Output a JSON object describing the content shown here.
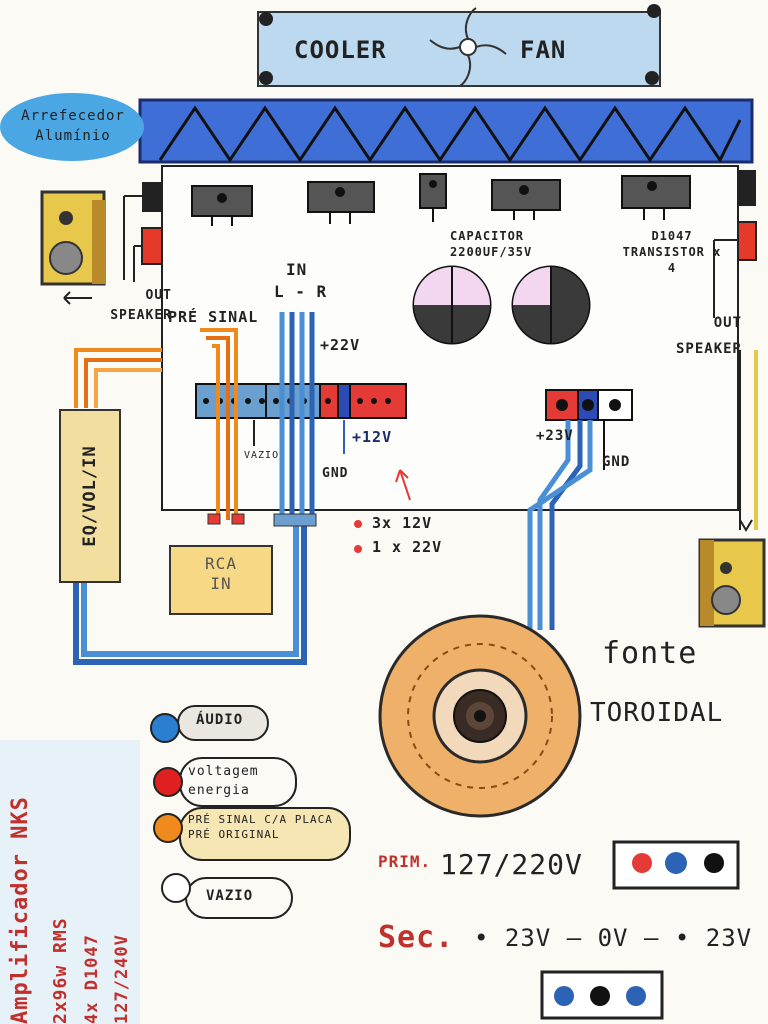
{
  "fan": {
    "word1": "COOLER",
    "word2": "FAN"
  },
  "heatsink_label": "Arrefecedor Alumínio",
  "board": {
    "capacitor_label": "CAPACITOR 2200UF/35V",
    "transistor_label": "D1047 TRANSISTOR x 4"
  },
  "speaker_left": {
    "label": "OUT SPEAKER"
  },
  "speaker_right": {
    "label": "OUT SPEAKER"
  },
  "connectors": {
    "pre_sinal": "PRÉ SINAL",
    "in": "IN",
    "lr": "L - R",
    "plus22": "+22V",
    "plus12": "+12V",
    "vazio": "VAZIO",
    "gnd": "GND",
    "plus23": "+23V",
    "gnd2": "GND"
  },
  "notes": {
    "n1": "3x 12V",
    "n2": "1 x 22V"
  },
  "eq": {
    "label": "EQ/VOL/IN"
  },
  "rca": {
    "label": "RCA IN"
  },
  "toroid": {
    "label1": "fonte",
    "label2": "TOROIDAL"
  },
  "legend": [
    {
      "label": "ÁUDIO",
      "color": "#2a7fd0"
    },
    {
      "label": "voltagem energia",
      "color": "#e02020"
    },
    {
      "label": "PRÉ SINAL C/A PLACA PRÉ ORIGINAL",
      "color": "#f08a1c"
    },
    {
      "label": "VAZIO",
      "color": "#ffffff"
    }
  ],
  "specs": {
    "title": "Amplificador NKS",
    "l1": "2x96w RMS",
    "l2": "4x D1047",
    "l3": "127/240V"
  },
  "prim": {
    "label": "PRIM.",
    "value": "127/220V"
  },
  "sec": {
    "label": "Sec.",
    "value": "• 23V — 0V — • 23V"
  }
}
